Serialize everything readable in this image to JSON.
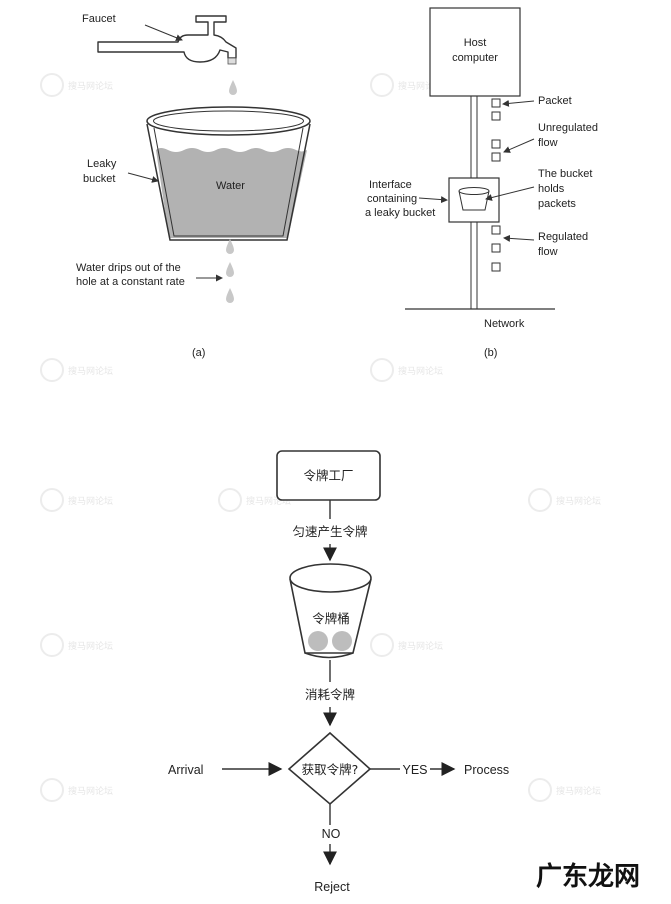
{
  "diagram_a": {
    "faucet": "Faucet",
    "leaky_bucket_line1": "Leaky",
    "leaky_bucket_line2": "bucket",
    "water": "Water",
    "drips_line1": "Water drips out of the",
    "drips_line2": "hole at a constant rate",
    "caption": "(a)"
  },
  "diagram_b": {
    "host_line1": "Host",
    "host_line2": "computer",
    "packet": "Packet",
    "unregulated_line1": "Unregulated",
    "unregulated_line2": "flow",
    "bucket_holds_line1": "The bucket",
    "bucket_holds_line2": "holds",
    "bucket_holds_line3": "packets",
    "interface_line1": "Interface",
    "interface_line2": "containing",
    "interface_line3": "a leaky bucket",
    "regulated_line1": "Regulated",
    "regulated_line2": "flow",
    "network": "Network",
    "caption": "(b)"
  },
  "flowchart": {
    "token_factory": "令牌工厂",
    "generate_tokens": "匀速产生令牌",
    "token_bucket": "令牌桶",
    "consume_token": "消耗令牌",
    "arrival": "Arrival",
    "get_token": "获取令牌?",
    "yes": "YES",
    "process": "Process",
    "no": "NO",
    "reject": "Reject"
  },
  "branding": {
    "watermark_text": "搜马网论坛",
    "site_logo": "广东龙网"
  },
  "colors": {
    "water_fill": "#b2b2b2",
    "token_circle": "#bdbdbd",
    "line": "#333333"
  }
}
